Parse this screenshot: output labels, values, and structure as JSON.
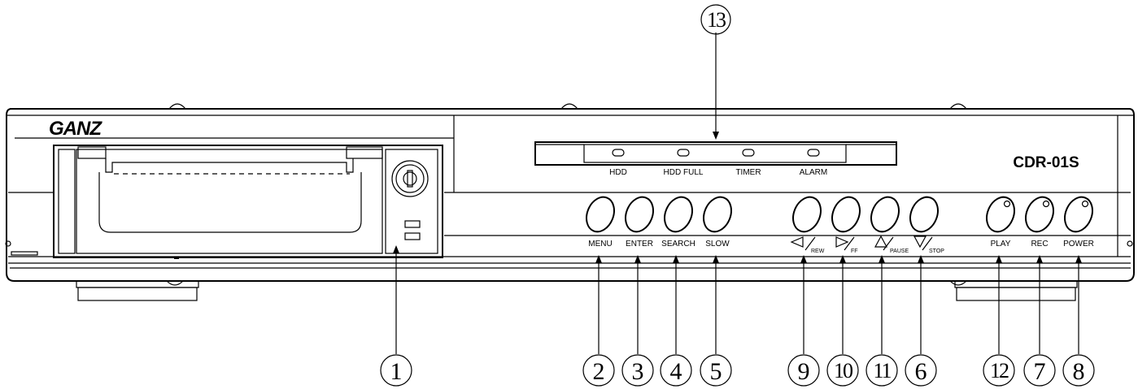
{
  "brand": "GANZ",
  "model": "CDR-01S",
  "indicators": [
    "HDD",
    "HDD FULL",
    "TIMER",
    "ALARM"
  ],
  "buttons": {
    "menu": "MENU",
    "enter": "ENTER",
    "search": "SEARCH",
    "slow": "SLOW",
    "rew_sub": "REW",
    "ff_sub": "FF",
    "pause_sub": "PAUSE",
    "stop_sub": "STOP",
    "play": "PLAY",
    "rec": "REC",
    "power": "POWER"
  },
  "callouts": {
    "c1": "1",
    "c2": "2",
    "c3": "3",
    "c4": "4",
    "c5": "5",
    "c9": "9",
    "c10": "10",
    "c11": "11",
    "c6": "6",
    "c12": "12",
    "c7": "7",
    "c8": "8",
    "c13": "13"
  }
}
